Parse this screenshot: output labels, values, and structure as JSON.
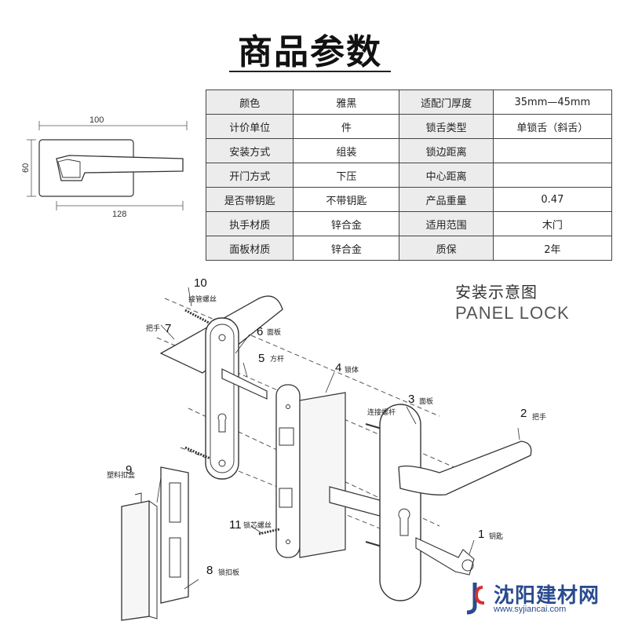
{
  "title": "商品参数",
  "spec_rows": [
    [
      "颜色",
      "雅黑",
      "适配门厚度",
      "35mm—45mm"
    ],
    [
      "计价单位",
      "件",
      "锁舌类型",
      "单锁舌（斜舌）"
    ],
    [
      "安装方式",
      "组装",
      "锁边距离",
      ""
    ],
    [
      "开门方式",
      "下压",
      "中心距离",
      ""
    ],
    [
      "是否带钥匙",
      "不带钥匙",
      "产品重量",
      "0.47"
    ],
    [
      "执手材质",
      "锌合金",
      "适用范围",
      "木门"
    ],
    [
      "面板材质",
      "锌合金",
      "质保",
      "2年"
    ]
  ],
  "dimensions": {
    "top": "100",
    "side": "60",
    "bottom": "128"
  },
  "diagram": {
    "title_cn": "安装示意图",
    "title_en": "PANEL LOCK",
    "parts": [
      {
        "num": "1",
        "label": "钥匙"
      },
      {
        "num": "2",
        "label": "把手"
      },
      {
        "num": "3",
        "label": "面板"
      },
      {
        "num": "4",
        "label": "锁体"
      },
      {
        "num": "5",
        "label": "方杆"
      },
      {
        "num": "6",
        "label": "面板"
      },
      {
        "num": "7",
        "label": "把手"
      },
      {
        "num": "8",
        "label": "锁扣板"
      },
      {
        "num": "9",
        "label": "塑料扣盒"
      },
      {
        "num": "10",
        "label": "接管螺丝"
      },
      {
        "num": "11",
        "label": "锁芯螺丝"
      }
    ],
    "extra_label": "连接螺杆"
  },
  "watermark": {
    "name": "沈阳建材网",
    "url": "www.syjiancai.com",
    "color": "#2a4b8f"
  }
}
